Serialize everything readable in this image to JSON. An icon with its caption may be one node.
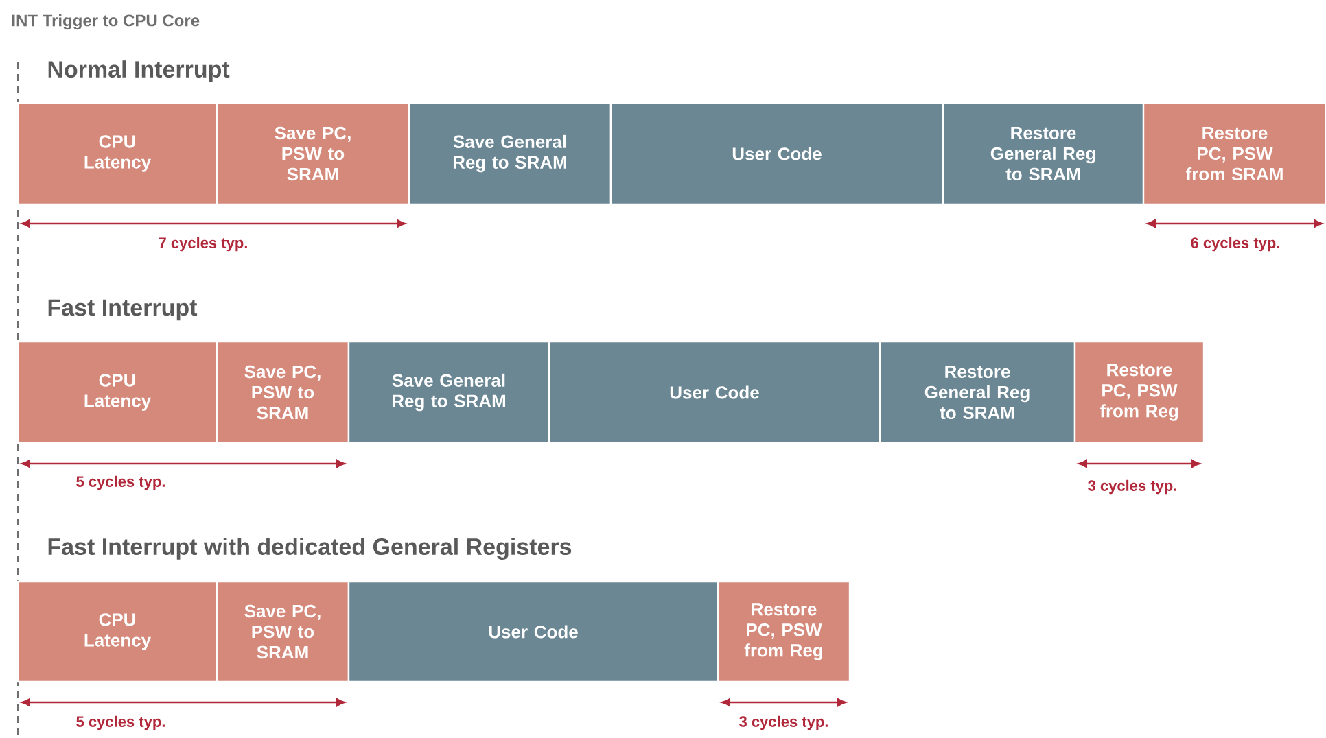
{
  "diagram": {
    "title": "INT Trigger to CPU Core",
    "nodes": [
      {
        "text": [
          "CPU Latency"
        ]
      },
      {
        "text": [
          "Save PC, PSW to SRAM"
        ]
      },
      {
        "text": [
          "Save General Reg to SRAM"
        ]
      },
      {
        "text": [
          "User Code"
        ]
      },
      {
        "text": [
          "Restore General Reg to SRAM"
        ]
      },
      {
        "text": [
          "Restore PC, PSW from SRAM"
        ]
      },
      {
        "text": [
          "CPU Latency"
        ]
      },
      {
        "text": [
          "Save PC, PSW to SRAM"
        ]
      },
      {
        "text": [
          "Save General Reg to SRAM"
        ]
      },
      {
        "text": [
          "User Code"
        ]
      },
      {
        "text": [
          "Restore General Reg to SRAM"
        ]
      },
      {
        "text": [
          "Restore PC, PSW from Reg"
        ]
      },
      {
        "text": [
          "CPU Latency"
        ]
      },
      {
        "text": [
          "Save PC, PSW to SRAM"
        ]
      },
      {
        "text": [
          "User Code"
        ]
      },
      {
        "text": [
          "Restore PC, PSW from Reg"
        ]
      }
    ],
    "labels": [
      "Normal Interrupt",
      "7 cycles typ.",
      "6 cycles typ.",
      "Fast Interrupt",
      "5 cycles typ.",
      "3 cycles typ.",
      "Fast Interrupt with dedicated General Registers",
      "5 cycles typ.",
      "3 cycles typ."
    ]
  }
}
